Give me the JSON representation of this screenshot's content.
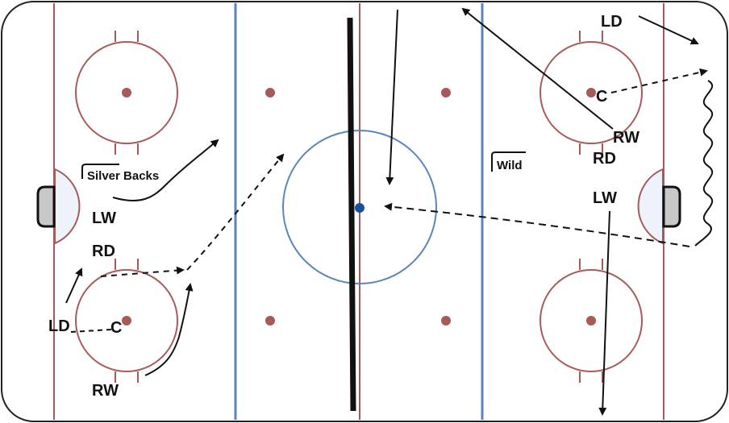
{
  "rink": {
    "board_color": "#222222",
    "red_line_color": "#a85a5a",
    "blue_line_color": "#5b86b5",
    "circle_color": "#a85a5a",
    "center_circle_color": "#5b86b5",
    "center_dot_color": "#1a4f9c",
    "dot_color": "#a85a5a",
    "crease_fill": "#eef3fb",
    "net_fill": "#c8c8c8",
    "stick_color": "#111111"
  },
  "teams": {
    "left": "Silver Backs",
    "right": "Wild"
  },
  "players": {
    "left": {
      "lw": "LW",
      "rd": "RD",
      "ld": "LD",
      "c": "C",
      "rw": "RW"
    },
    "right": {
      "ld": "LD",
      "c": "C",
      "rw": "RW",
      "rd": "RD",
      "lw": "LW"
    }
  }
}
